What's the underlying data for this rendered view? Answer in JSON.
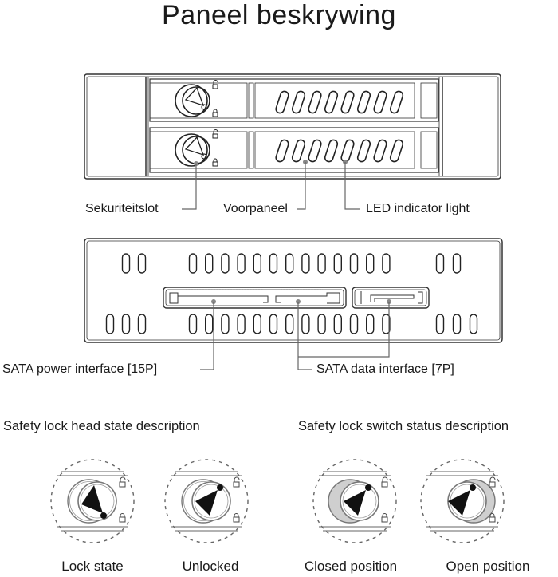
{
  "title": "Paneel beskrywing",
  "front_panel": {
    "labels": {
      "security_lock": "Sekuriteitslot",
      "front_panel": "Voorpaneel",
      "led": "LED indicator light"
    }
  },
  "rear_panel": {
    "labels": {
      "sata_power": "SATA power interface [15P]",
      "sata_data": "SATA data interface [7P]"
    }
  },
  "lock_head": {
    "heading": "Safety lock head state description",
    "states": [
      {
        "label": "Lock state"
      },
      {
        "label": "Unlocked"
      }
    ]
  },
  "lock_switch": {
    "heading": "Safety lock switch status description",
    "states": [
      {
        "label": "Closed position"
      },
      {
        "label": "Open position"
      }
    ]
  },
  "colors": {
    "line": "#333333",
    "leader": "#777777",
    "fill": "#111111"
  }
}
